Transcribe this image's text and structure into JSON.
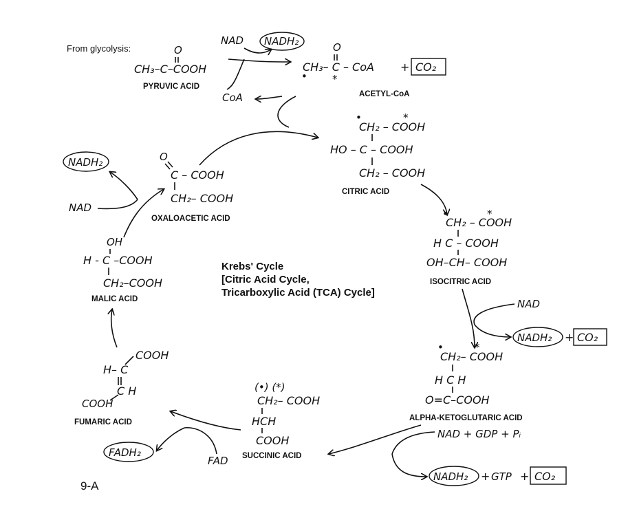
{
  "intro": "From glycolysis:",
  "figure_id": "9-A",
  "title": {
    "line1": "Krebs' Cycle",
    "line2": "[Citric Acid Cycle,",
    "line3": "Tricarboxylic Acid (TCA) Cycle]"
  },
  "compounds": {
    "pyruvic": {
      "label": "PYRUVIC ACID",
      "formula": [
        "O",
        "CH₃–C–COOH"
      ]
    },
    "acetyl_coa": {
      "label": "ACETYL-CoA",
      "formula": [
        "O",
        "CH₃– C – CoA"
      ]
    },
    "citric": {
      "label": "CITRIC ACID",
      "formula": [
        "CH₂ – COOH",
        "HO – C – COOH",
        "CH₂ – COOH"
      ]
    },
    "isocitric": {
      "label": "ISOCITRIC ACID",
      "formula": [
        "CH₂ – COOH",
        "H C – COOH",
        "OH–CH– COOH"
      ]
    },
    "alpha_kg": {
      "label": "ALPHA-KETOGLUTARIC ACID",
      "formula": [
        "CH₂– COOH",
        "H C H",
        "O=C–COOH"
      ]
    },
    "succinic": {
      "label": "SUCCINIC ACID",
      "formula": [
        "(•)  (*)",
        "CH₂– COOH",
        "HCH",
        "COOH"
      ]
    },
    "fumaric": {
      "label": "FUMARIC ACID",
      "formula": [
        "COOH",
        "H– C",
        "C H",
        "COOH"
      ]
    },
    "malic": {
      "label": "MALIC ACID",
      "formula": [
        "OH",
        "H - C –COOH",
        "CH₂–COOH"
      ]
    },
    "oxaloacetic": {
      "label": "OXALOACETIC ACID",
      "formula": [
        "O",
        "C – COOH",
        "CH₂– COOH"
      ]
    }
  },
  "reactants": {
    "nad": "NAD",
    "nadh2": "NADH₂",
    "co2": "CO₂",
    "coa": "CoA",
    "fad": "FAD",
    "fadh2": "FADH₂",
    "nad_gdp_pi": "NAD + GDP + Pᵢ",
    "gtp": "GTP"
  },
  "symbols": {
    "plus": "+",
    "star": "*",
    "dot": "•"
  }
}
